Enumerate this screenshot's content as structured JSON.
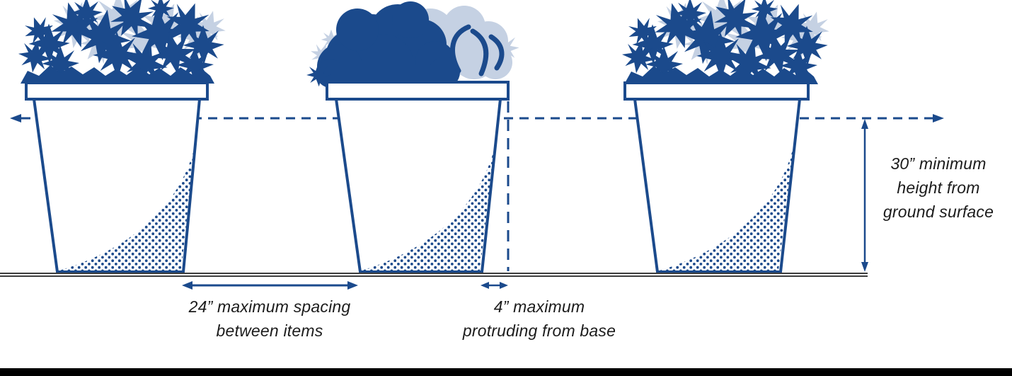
{
  "colors": {
    "primary_blue": "#1b4a8c",
    "light_blue": "#c5d1e3",
    "text_dark": "#1c1c1c",
    "ground_gray": "#3d3d3d",
    "footer_black": "#000000"
  },
  "labels": {
    "spacing": "24” maximum spacing\nbetween items",
    "protrusion": "4” maximum\nprotruding from base",
    "height": "30” minimum\nheight from\nground surface"
  },
  "measurements": {
    "spacing_value": "24”",
    "protrusion_value": "4”",
    "height_value": "30”"
  }
}
